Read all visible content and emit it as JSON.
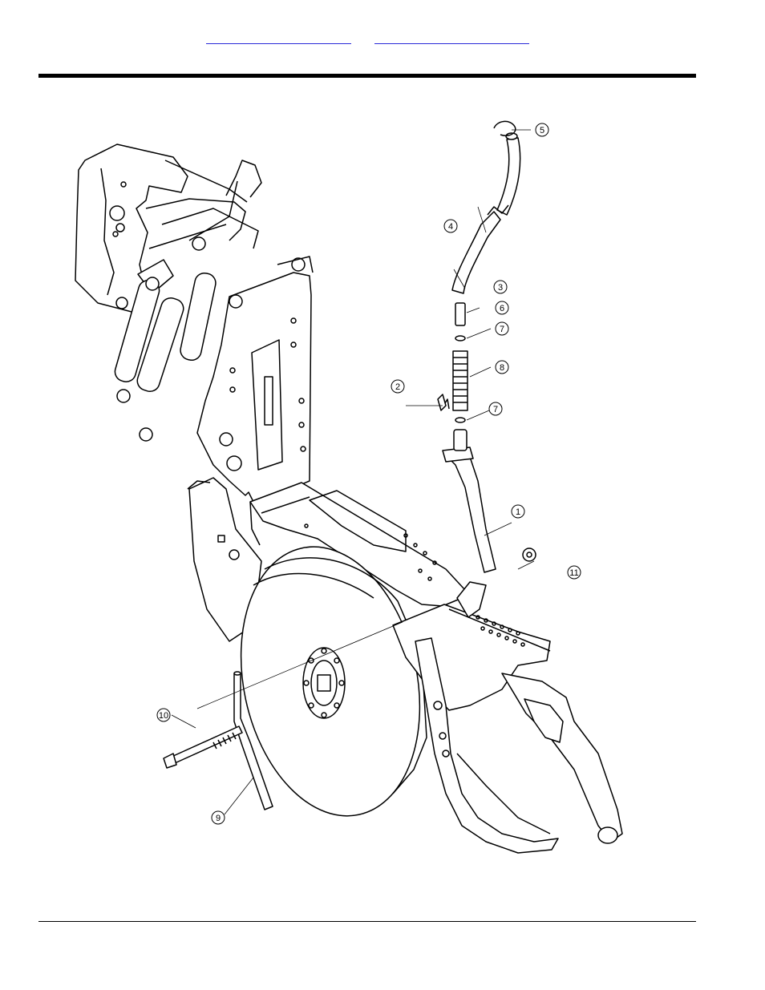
{
  "header": {
    "links": [
      {
        "text": ""
      },
      {
        "text": ""
      }
    ]
  },
  "diagram": {
    "callouts": [
      "1",
      "2",
      "3",
      "4",
      "5",
      "6",
      "7",
      "8",
      "7",
      "9",
      "10",
      "11"
    ]
  }
}
